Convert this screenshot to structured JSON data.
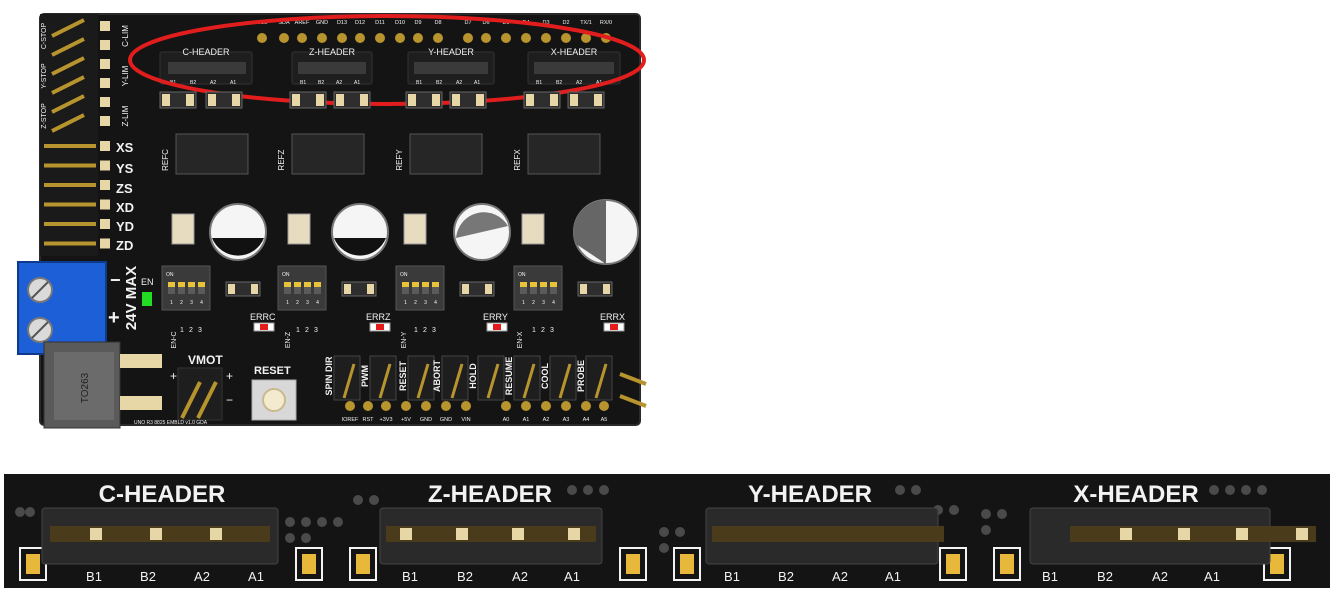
{
  "board": {
    "colors": {
      "pcb": "#141414",
      "silk": "#f2f2f2",
      "gold": "#b8942e",
      "terminal": "#1c5fd6",
      "highlight": "#e11d1d",
      "led_green": "#22dd22",
      "led_red": "#e51a1a"
    },
    "top_pins": [
      "SCL",
      "SDA",
      "AREF",
      "GND",
      "D13",
      "D12",
      "D11",
      "D10",
      "D9",
      "D8",
      "D7",
      "D6",
      "D5",
      "D4",
      "D3",
      "D2",
      "TX/1",
      "RX/0"
    ],
    "left_limits": [
      "C-LIM",
      "Y-LIM",
      "Z-LIM"
    ],
    "left_stop_labels": [
      "C-STOP",
      "Y-STOP",
      "Z-STOP"
    ],
    "side_signals": [
      "XS",
      "YS",
      "ZS",
      "XD",
      "YD",
      "ZD"
    ],
    "header_labels": [
      "C-HEADER",
      "Z-HEADER",
      "Y-HEADER",
      "X-HEADER"
    ],
    "coil_labels": [
      "B1",
      "B2",
      "A2",
      "A1"
    ],
    "ref_labels": [
      "REFC",
      "REFZ",
      "REFY",
      "REFX"
    ],
    "dip_on": "ON",
    "dip_numbers": [
      "1",
      "2",
      "3",
      "4"
    ],
    "en_labels": [
      "EN-C",
      "EN-Z",
      "EN-Y",
      "EN-X"
    ],
    "err_labels": [
      "ERRC",
      "ERRZ",
      "ERRY",
      "ERRX"
    ],
    "en_led_label": "EN",
    "power": {
      "voltage": "24V MAX",
      "plus": "+",
      "minus": "−"
    },
    "regulator": "TO263",
    "vmot": {
      "label": "VMOT",
      "plus": "+",
      "minus": "−"
    },
    "reset_label": "RESET",
    "control_labels": [
      "SPIN DIR",
      "PWM",
      "RESET",
      "ABORT",
      "HOLD",
      "RESUME",
      "COOL",
      "PROBE"
    ],
    "bottom_pins": [
      "IOREF",
      "RST",
      "+3V3",
      "+5V",
      "GND",
      "GND",
      "VIN",
      "A0",
      "A1",
      "A2",
      "A3",
      "A4",
      "A5"
    ],
    "credit": "UNO R3 8825 EMBLD v1.0 GDA"
  },
  "strip": {
    "headers": [
      "C-HEADER",
      "Z-HEADER",
      "Y-HEADER",
      "X-HEADER"
    ],
    "coils": [
      "B1",
      "B2",
      "A2",
      "A1"
    ]
  }
}
